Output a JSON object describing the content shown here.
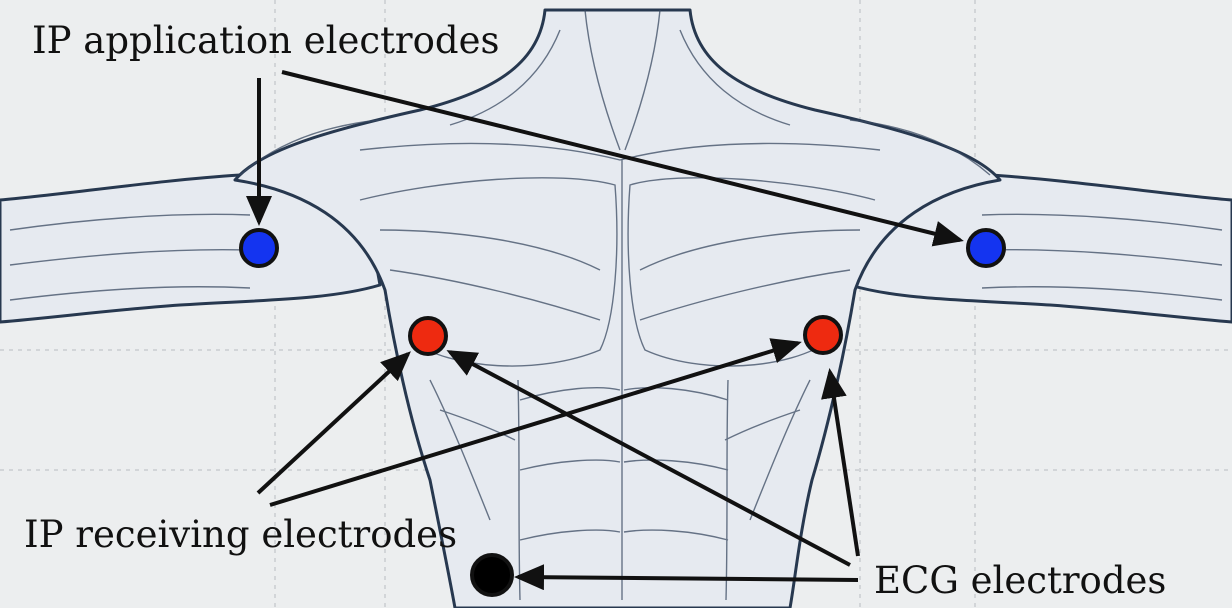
{
  "labels": {
    "ip_application": "IP application electrodes",
    "ip_receiving": "IP receiving electrodes",
    "ecg": "ECG electrodes"
  },
  "colors": {
    "ip_application_electrode": "#1434f0",
    "ip_receiving_electrode": "#ee2a10",
    "ecg_ground_electrode": "#000000",
    "arrow": "#111111",
    "background": "#eceeef",
    "body_fill": "#e8ecf1",
    "body_line": "#27384f"
  }
}
